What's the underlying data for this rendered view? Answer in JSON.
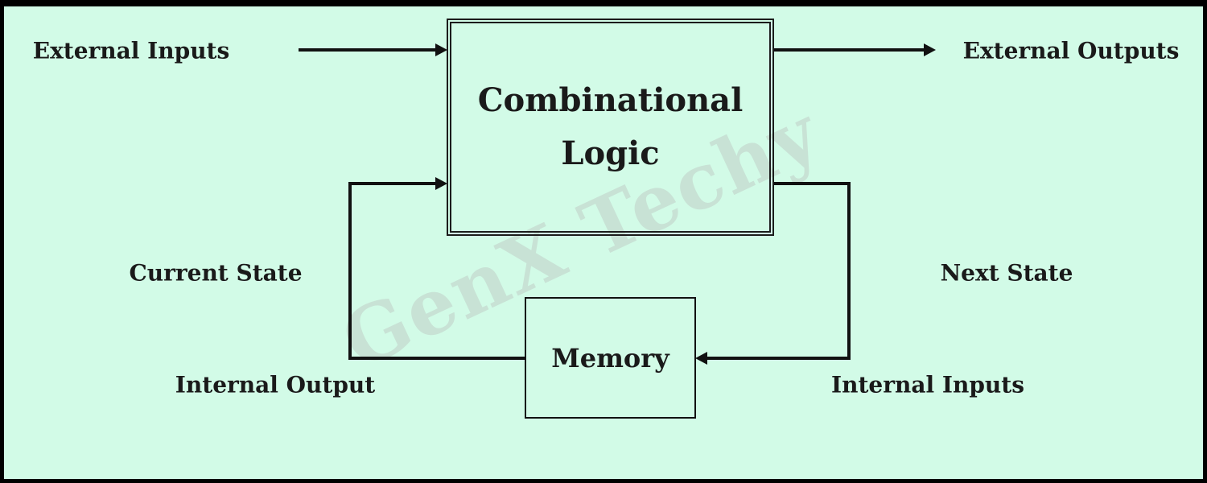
{
  "diagram": {
    "type": "block-diagram",
    "subject": "Sequential circuit model: combinational logic with memory feedback",
    "watermark": "GenX Techy",
    "blocks": {
      "combinational_logic": {
        "label": "Combinational Logic",
        "label_line1": "Combinational",
        "label_line2": "Logic"
      },
      "memory": {
        "label": "Memory"
      }
    },
    "labels": {
      "external_inputs": "External Inputs",
      "external_outputs": "External Outputs",
      "current_state": "Current State",
      "next_state": "Next State",
      "internal_output": "Internal Output",
      "internal_inputs": "Internal Inputs"
    },
    "connections": [
      {
        "from": "external_inputs",
        "to": "combinational_logic",
        "arrow": "into combinational logic"
      },
      {
        "from": "combinational_logic",
        "to": "external_outputs",
        "arrow": "out to external outputs"
      },
      {
        "from": "combinational_logic",
        "to": "memory",
        "via": "next state / internal inputs",
        "arrow": "into memory"
      },
      {
        "from": "memory",
        "to": "combinational_logic",
        "via": "internal output / current state",
        "arrow": "into combinational logic"
      }
    ],
    "colors": {
      "background": "#d2fbe7",
      "frame_border": "#000000",
      "line": "#111111",
      "text": "#1a1a1a",
      "watermark": "#c8e2d5"
    }
  }
}
